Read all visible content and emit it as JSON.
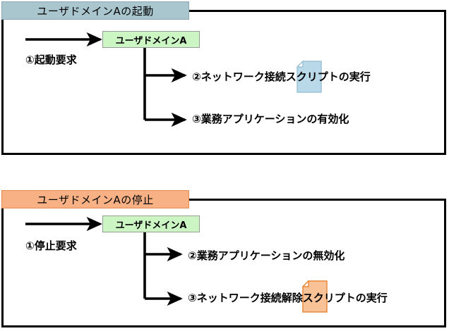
{
  "diagram": {
    "title_colors": {
      "startup_header_bg": "#a9c6ce",
      "shutdown_header_bg": "#f7b184",
      "domain_box_bg": "#ccf5c4",
      "doc_icon_blue": "#b9d9e8",
      "doc_icon_orange": "#f8c296"
    },
    "panels": [
      {
        "id": "startup",
        "header": "ユーザドメインAの起動",
        "domain_box": "ユーザドメインA",
        "request": "①起動要求",
        "steps": [
          {
            "label": "②ネットワーク接続スクリプトの実行",
            "icon": "document-icon"
          },
          {
            "label": "③業務アプリケーションの有効化",
            "icon": ""
          }
        ]
      },
      {
        "id": "shutdown",
        "header": "ユーザドメインAの停止",
        "domain_box": "ユーザドメインA",
        "request": "①停止要求",
        "steps": [
          {
            "label": "②業務アプリケーションの無効化",
            "icon": ""
          },
          {
            "label": "③ネットワーク接続解除スクリプトの実行",
            "icon": "document-icon"
          }
        ]
      }
    ]
  }
}
